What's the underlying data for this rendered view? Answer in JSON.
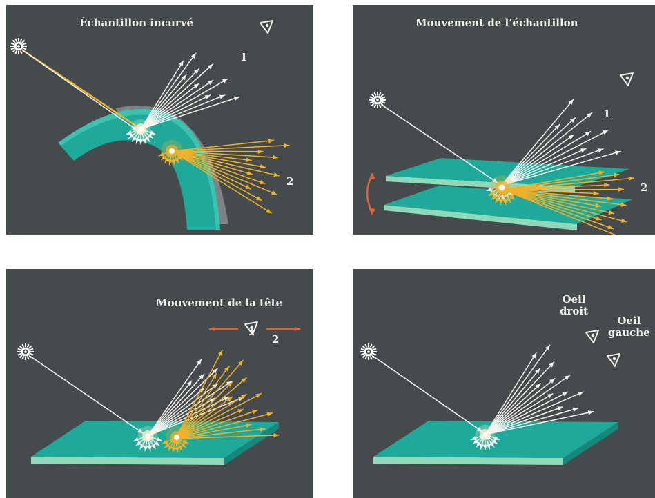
{
  "colors": {
    "background": "#454a4d",
    "sample": "#1fa99a",
    "sample_edge": "#8fd9b8",
    "ray_white": "#f4f4f0",
    "ray_gold": "#f0b22a",
    "motion_arrow": "#e0643a"
  },
  "panels": [
    {
      "title": "Échantillon incurvé",
      "label_1": "1",
      "label_2": "2",
      "icons": [
        "sun-icon",
        "eye-icon"
      ]
    },
    {
      "title": "Mouvement de l’échantillon",
      "label_1": "1",
      "label_2": "2",
      "icons": [
        "sun-icon",
        "eye-icon",
        "double-arrow-icon"
      ]
    },
    {
      "title": "Mouvement de la tête",
      "label_1": "1",
      "label_2": "2",
      "icons": [
        "sun-icon",
        "eye-icon",
        "left-arrow-icon",
        "right-arrow-icon"
      ]
    },
    {
      "title": "",
      "eye_right_label_line1": "Oeil",
      "eye_right_label_line2": "droit",
      "eye_left_label_line1": "Oeil",
      "eye_left_label_line2": "gauche",
      "icons": [
        "sun-icon",
        "right-eye-icon",
        "left-eye-icon"
      ]
    }
  ]
}
